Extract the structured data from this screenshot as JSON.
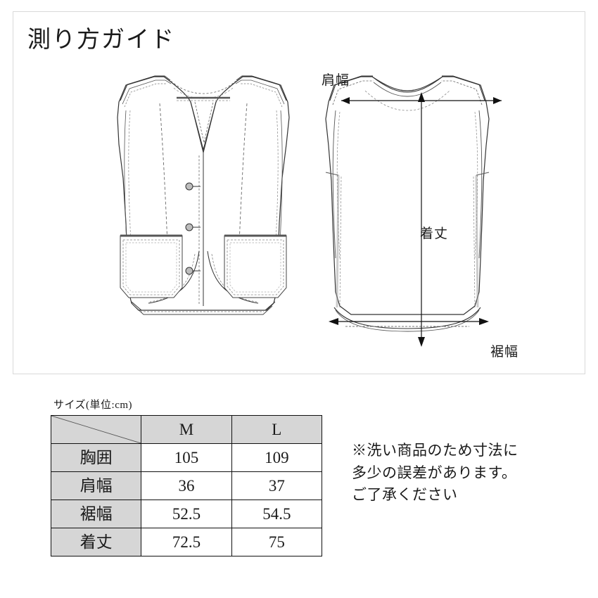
{
  "page": {
    "title": "測り方ガイド",
    "background_color": "#ffffff",
    "panel_border_color": "#d9d9d9",
    "ink_color": "#1a1a1a"
  },
  "illustration": {
    "front_view_name": "vest-front-illustration",
    "back_view_name": "vest-back-illustration",
    "labels": {
      "shoulder_width": "肩幅",
      "body_length": "着丈",
      "hem_width": "裾幅"
    }
  },
  "size_table": {
    "caption": "サイズ(単位:cm)",
    "corner_cell": "",
    "columns": [
      "M",
      "L"
    ],
    "rows": [
      {
        "label": "胸囲",
        "values": [
          "105",
          "109"
        ]
      },
      {
        "label": "肩幅",
        "values": [
          "36",
          "37"
        ]
      },
      {
        "label": "裾幅",
        "values": [
          "52.5",
          "54.5"
        ]
      },
      {
        "label": "着丈",
        "values": [
          "72.5",
          "75"
        ]
      }
    ],
    "header_fill": "#d6d6d6",
    "cell_fill": "#ffffff",
    "border_color": "#111111"
  },
  "note": {
    "text": "※洗い商品のため寸法に\n多少の誤差があります。\nご了承ください"
  }
}
